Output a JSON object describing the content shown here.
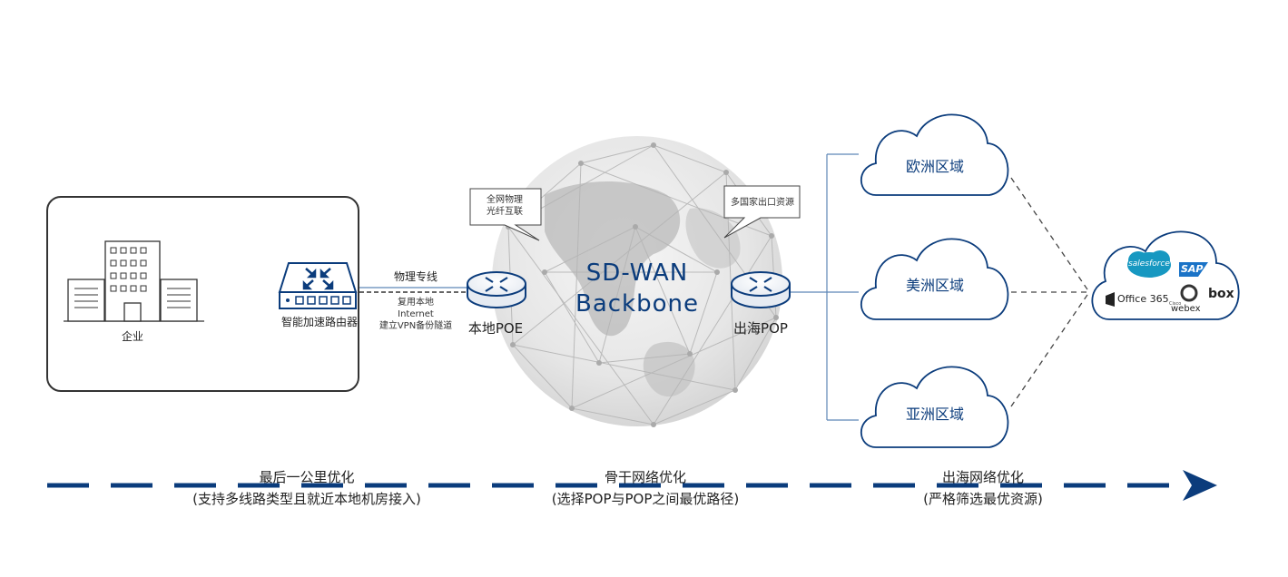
{
  "enterprise": {
    "label": "企业"
  },
  "router": {
    "label": "智能加速路由器"
  },
  "links": {
    "dedicated_line": "物理专线",
    "internet_backup": [
      "复用本地",
      "Internet",
      "建立VPN备份隧道"
    ]
  },
  "local_poe": {
    "label": "本地POE"
  },
  "backbone": {
    "line1": "SD-WAN",
    "line2": "Backbone"
  },
  "callouts": {
    "left": [
      "全网物理",
      "光纤互联"
    ],
    "right": "多国家出口资源"
  },
  "exit_pop": {
    "label": "出海POP"
  },
  "regions": [
    "欧洲区域",
    "美洲区域",
    "亚洲区域"
  ],
  "saas_logos": [
    "salesforce",
    "SAP",
    "Office 365",
    "Cisco",
    "webex",
    "box"
  ],
  "stages": [
    {
      "title": "最后一公里优化",
      "subtitle": "(支持多线路类型且就近本地机房接入)"
    },
    {
      "title": "骨干网络优化",
      "subtitle": "(选择POP与POP之间最优路径)"
    },
    {
      "title": "出海网络优化",
      "subtitle": "(严格筛选最优资源)"
    }
  ],
  "colors": {
    "accent": "#0b3c7c",
    "salesforce": "#1798c1",
    "sap": "#1a73c7"
  }
}
